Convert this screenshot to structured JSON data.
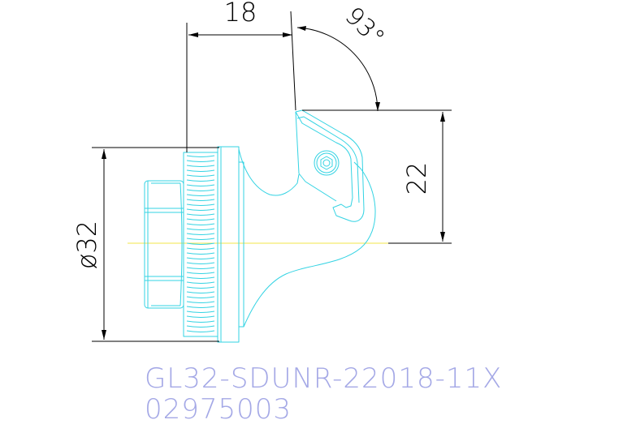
{
  "dimensions": {
    "width_label": "18",
    "angle_label": "93°",
    "height_label": "22",
    "diameter_label": "ø32"
  },
  "title_block": {
    "part_number": "GL32-SDUNR-22018-11X",
    "article_number": "02975003"
  },
  "colors": {
    "part_outline": "#33d3e3",
    "centerline": "#f2e64a",
    "dimension_lines": "#000000",
    "title_text": "#a4a8e6"
  }
}
